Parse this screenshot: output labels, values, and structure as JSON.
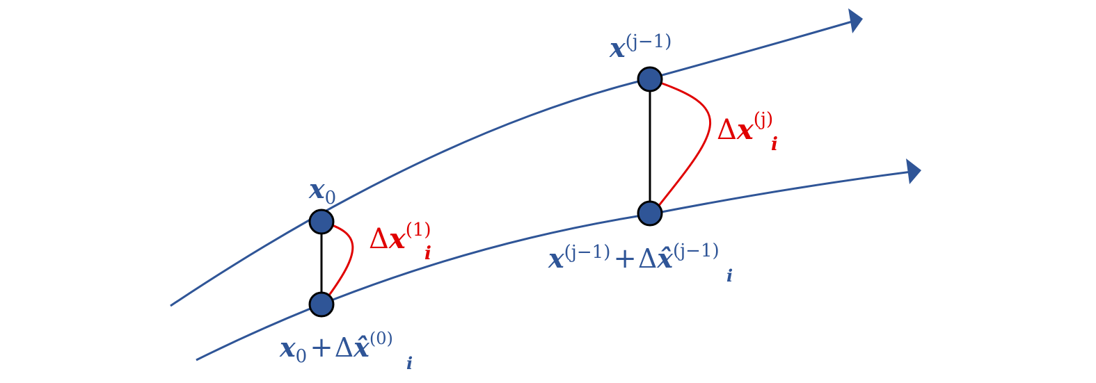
{
  "colors": {
    "trajectory": "#2f5597",
    "node_fill": "#2f5597",
    "node_stroke": "#000000",
    "connector": "#000000",
    "delta": "#e00000"
  },
  "labels": {
    "x0": {
      "base": "x",
      "sub": "0"
    },
    "x0_perturbed": {
      "base": "x",
      "sub0": "0",
      "plus": "+",
      "delta": "Δ",
      "hat_x": "x̂",
      "sub_i": "i",
      "sup": "(0)"
    },
    "delta_1": {
      "delta": "Δ",
      "x": "x",
      "sub_i": "i",
      "sup": "(1)"
    },
    "xj_minus_1": {
      "base": "x",
      "sup": "(j−1)"
    },
    "xj_minus_1_perturbed": {
      "base": "x",
      "sup1": "(j−1)",
      "plus": "+",
      "delta": "Δ",
      "hat_x": "x̂",
      "sub_i": "i",
      "sup2": "(j−1)"
    },
    "delta_j": {
      "delta": "Δ",
      "x": "x",
      "sub_i": "i",
      "sup": "(j)"
    }
  }
}
